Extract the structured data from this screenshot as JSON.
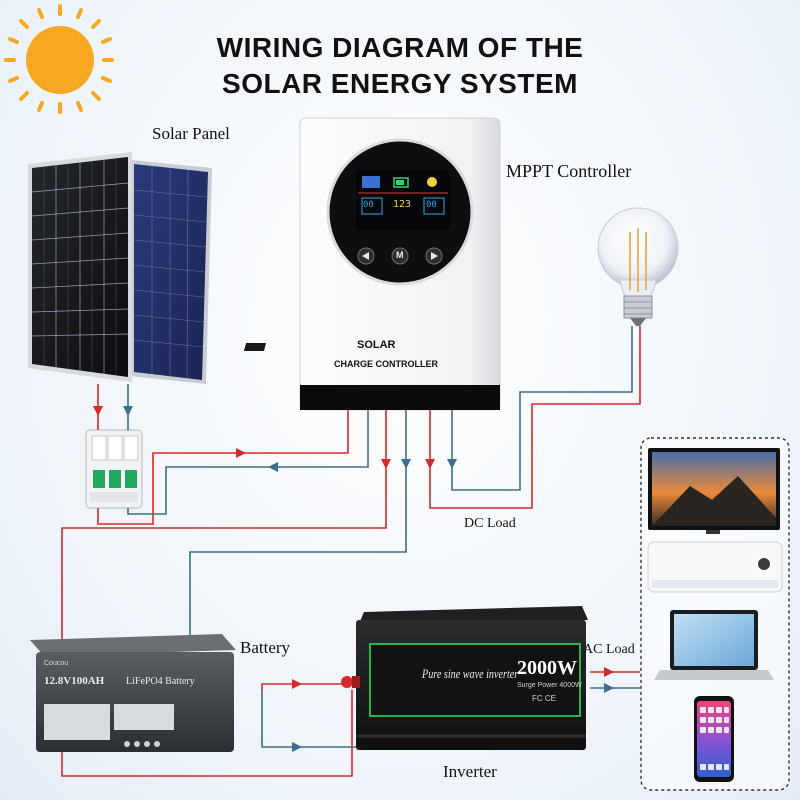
{
  "title_line1": "WIRING DIAGRAM OF THE",
  "title_line2": "SOLAR ENERGY SYSTEM",
  "labels": {
    "solar_panel": "Solar Panel",
    "mppt_controller": "MPPT Controller",
    "dc_load": "DC Load",
    "battery": "Battery",
    "ac_load": "AC Load",
    "inverter": "Inverter"
  },
  "controller": {
    "brand": "SOLAR",
    "subtitle": "CHARGE CONTROLLER",
    "display_left": "00",
    "display_mid": "123",
    "display_right": "00",
    "btn_mode": "M"
  },
  "battery_device": {
    "brand": "Coucou",
    "model": "12.8V100AH",
    "chem": "LiFePO4 Battery"
  },
  "inverter_device": {
    "script": "Pure sine wave inverter",
    "power": "2000W",
    "surge": "Surge Power 4000W",
    "marks": "FC CE"
  },
  "colors": {
    "positive": "#d62a2a",
    "negative": "#3c6f8f",
    "sun": "#f7a823"
  }
}
